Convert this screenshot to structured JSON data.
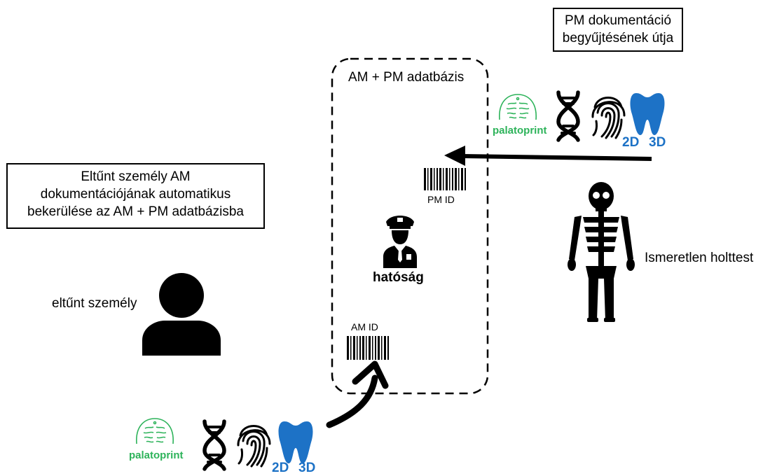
{
  "pm_path_box": {
    "line1": "PM dokumentáció",
    "line2": "begyűjtésének útja"
  },
  "am_box": {
    "line1": "Eltűnt személy AM",
    "line2": "dokumentációjának automatikus",
    "line3": "bekerülése az AM + PM adatbázisba"
  },
  "database": {
    "title": "AM + PM adatbázis"
  },
  "pm_id": "PM ID",
  "am_id": "AM ID",
  "authority": "hatóság",
  "missing_person": "eltűnt személy",
  "unknown_body": "Ismeretlen holttest",
  "palatoprint": "palatoprint",
  "dim_2d": "2D",
  "dim_3d": "3D",
  "colors": {
    "palatoprint": "#2db35a",
    "tooth": "#1d72c6",
    "ink": "#000000"
  },
  "icons": [
    "palatoprint-icon",
    "dna-icon",
    "fingerprint-icon",
    "tooth-icon",
    "barcode-icon",
    "police-officer-icon",
    "person-icon",
    "skeleton-icon"
  ]
}
